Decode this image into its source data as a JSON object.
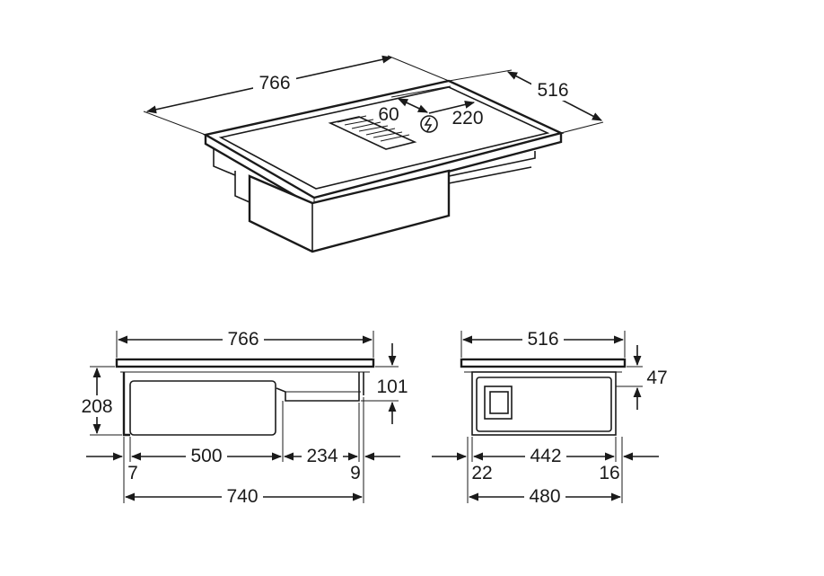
{
  "iso_view": {
    "width_label": "766",
    "depth_label": "516",
    "offset_label": "60",
    "cable_label": "220",
    "icon": "power-connection-icon"
  },
  "front_view": {
    "overall_width": "766",
    "height_total": "208",
    "top_height": "101",
    "left_offset": "7",
    "box_width": "500",
    "right_box_width": "234",
    "right_offset": "9",
    "cutout_width": "740"
  },
  "side_view": {
    "overall_depth": "516",
    "top_thickness": "47",
    "left_offset": "22",
    "box_depth": "442",
    "right_offset": "16",
    "cutout_depth": "480"
  },
  "colors": {
    "line": "#1a1a1a",
    "background": "#ffffff"
  }
}
